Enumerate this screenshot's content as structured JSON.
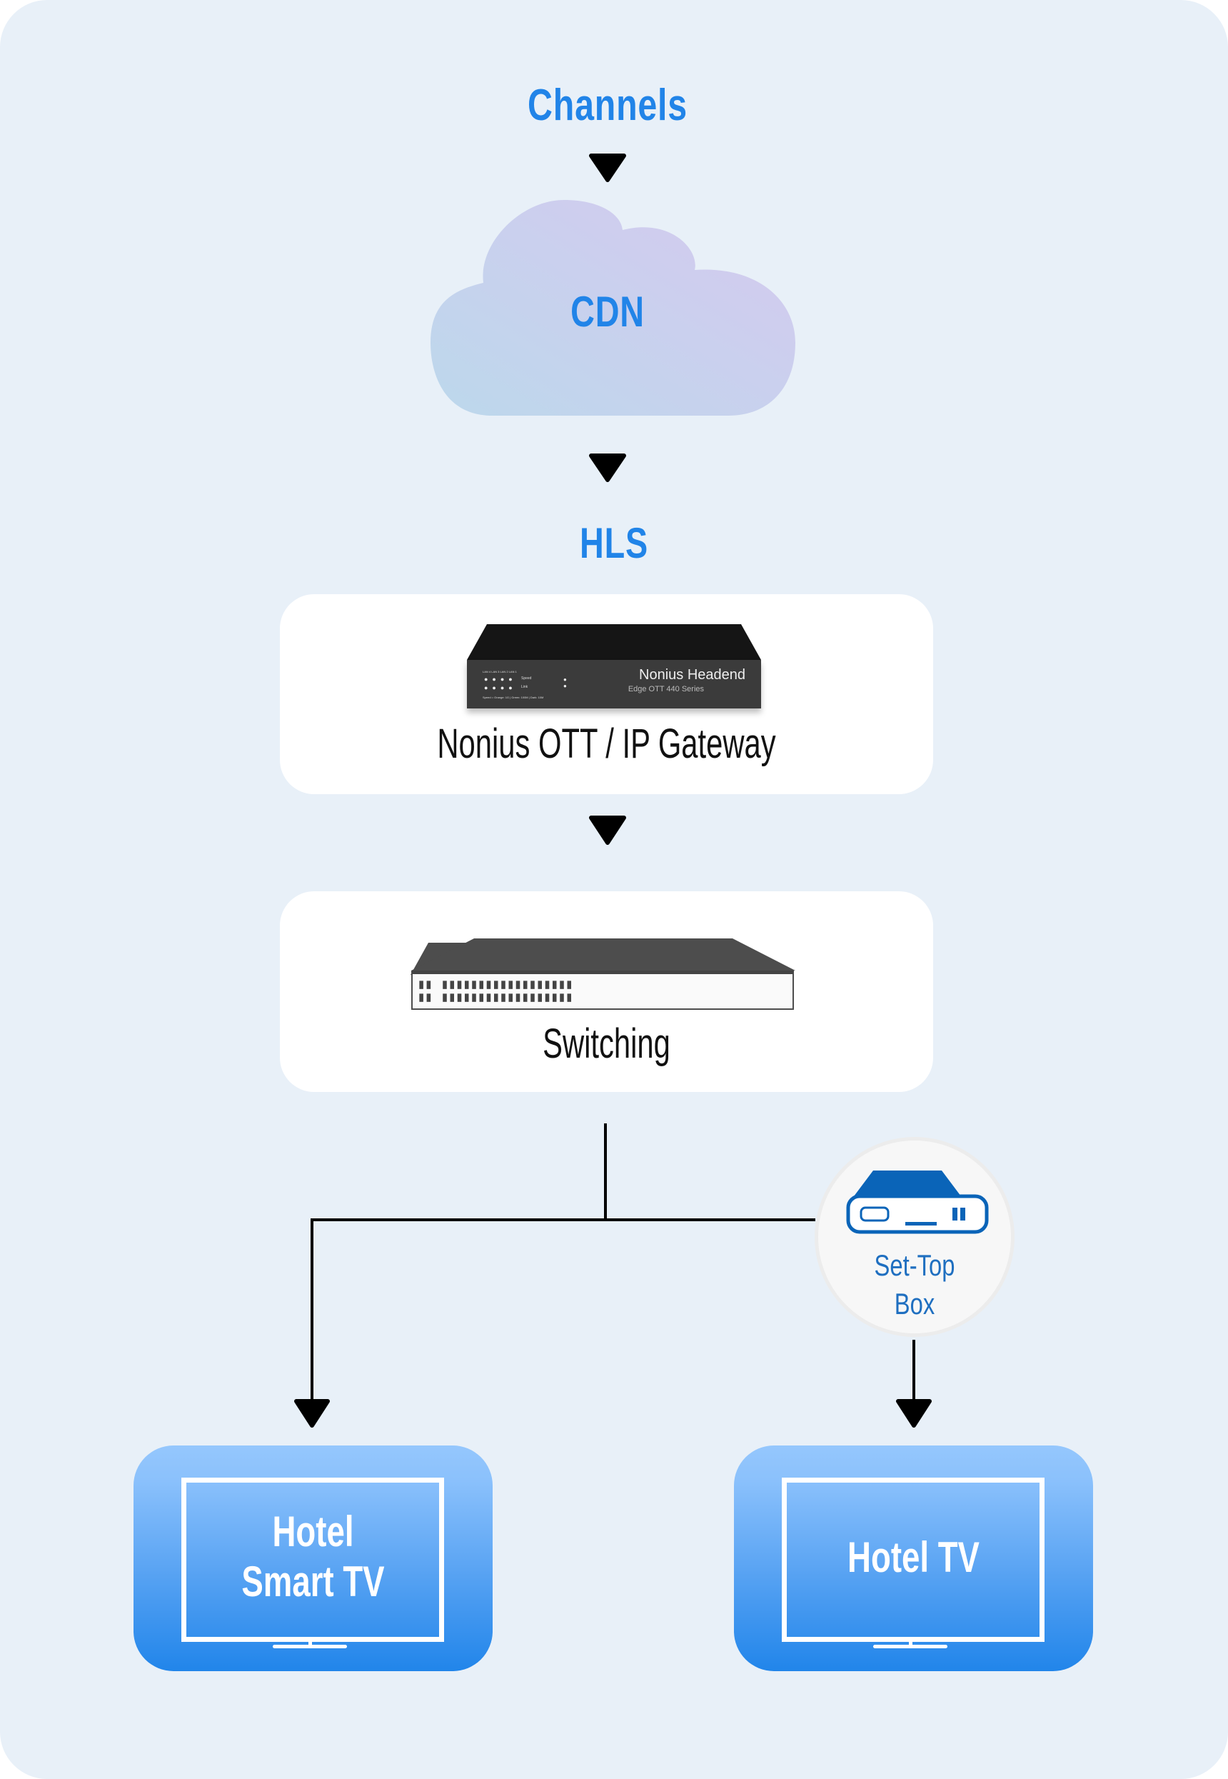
{
  "diagram": {
    "title_node": "Channels",
    "cdn_node": "CDN",
    "protocol_label": "HLS",
    "gateway": {
      "label": "Nonius OTT / IP Gateway",
      "device_brand": "Nonius Headend",
      "device_model": "Edge OTT 440 Series",
      "device_port_header": "LAN 4  LAN 3  LAN 2  LAN 1",
      "device_row1": "Speed",
      "device_row2": "Link",
      "device_legend": "Speed = Orange: 1G | Green: 100M | Dark: 10M"
    },
    "switching": {
      "label": "Switching"
    },
    "set_top_box": {
      "label_line1": "Set-Top",
      "label_line2": "Box"
    },
    "endpoints": [
      {
        "label_line1": "Hotel",
        "label_line2": "Smart TV"
      },
      {
        "label_line1": "Hotel TV"
      }
    ],
    "edges": [
      {
        "from": "Channels",
        "to": "CDN"
      },
      {
        "from": "CDN",
        "to": "HLS"
      },
      {
        "from": "Nonius OTT / IP Gateway",
        "to": "Switching"
      },
      {
        "from": "Switching",
        "to": "Hotel Smart TV"
      },
      {
        "from": "Switching",
        "to": "Set-Top Box"
      },
      {
        "from": "Set-Top Box",
        "to": "Hotel TV"
      }
    ],
    "colors": {
      "background": "#e8f0f8",
      "accent_text": "#2184e8",
      "card": "#ffffff",
      "stb_icon": "#0a64b8",
      "tv_top": "#95c7fd",
      "tv_bottom": "#2185ea",
      "cloud_left": "#bcd8ec",
      "cloud_right": "#d6c9ef"
    }
  }
}
